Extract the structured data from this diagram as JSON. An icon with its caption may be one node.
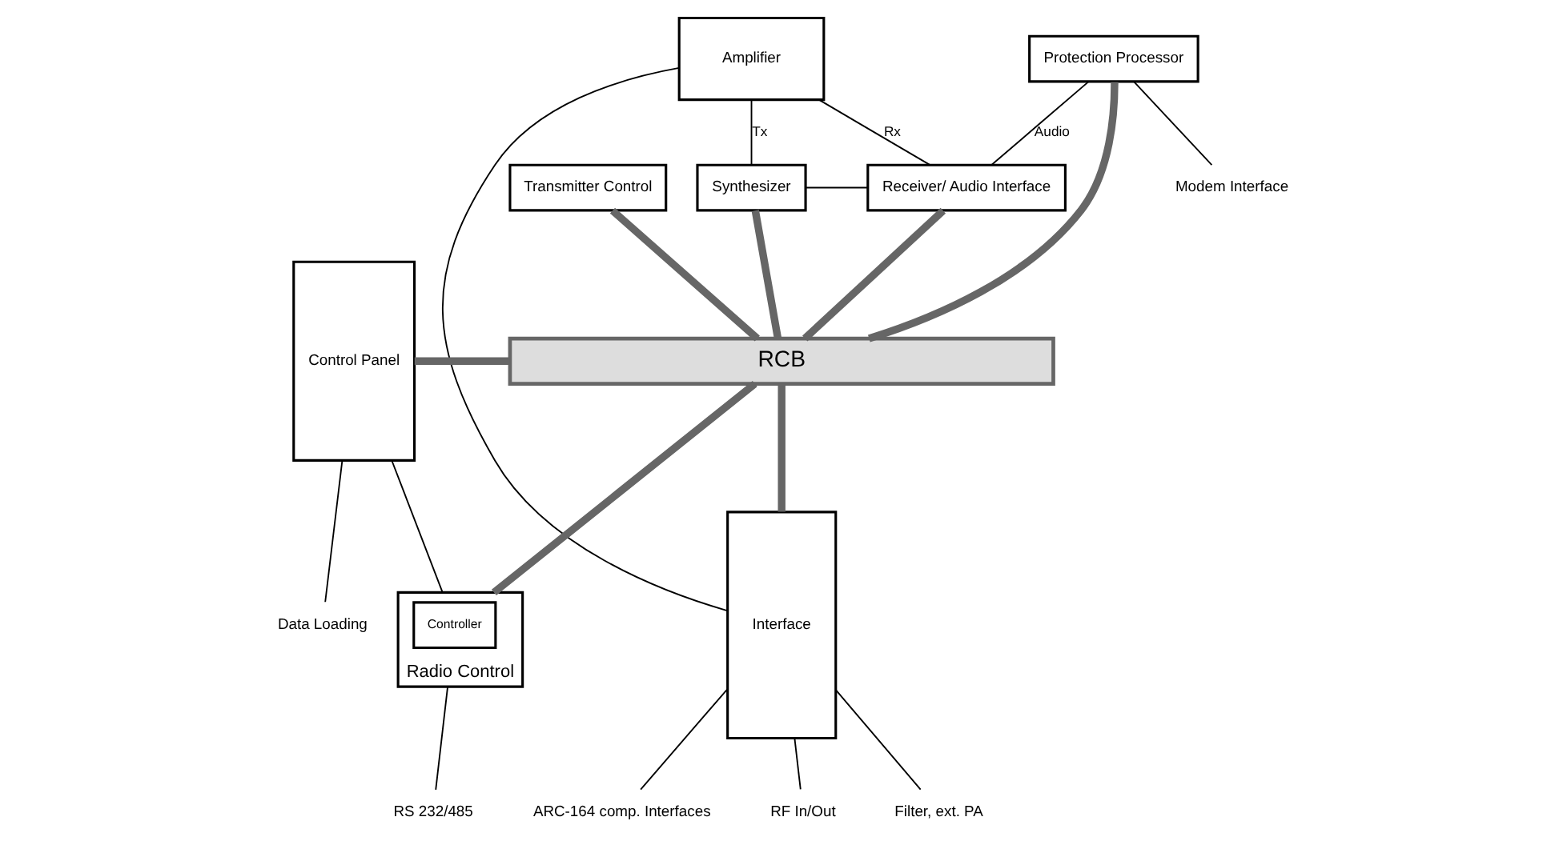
{
  "diagram": {
    "nodes": [
      {
        "text": [
          "Protection Processor"
        ]
      },
      {
        "text": [
          "Synthesizer"
        ]
      },
      {
        "text": [
          "Receiver/ Audio Interface"
        ]
      },
      {
        "text": [
          "Amplifier"
        ]
      },
      {
        "text": [
          "Transmitter Control"
        ]
      },
      {
        "text": [
          "Interface"
        ]
      },
      {
        "text": [
          "Control Panel"
        ]
      },
      {
        "text": [
          "RCB"
        ]
      },
      {
        "text": [
          "Radio Control"
        ]
      },
      {
        "text": [
          "Controller"
        ],
        "in": 8
      },
      {
        "text": [
          "RF In/Out"
        ]
      },
      {
        "text": [
          "Modem Interface"
        ]
      },
      {
        "text": [
          "Filter, ext. PA"
        ]
      },
      {
        "text": [
          "ARC-164 comp. Interfaces"
        ]
      },
      {
        "text": [
          "RS 232/485"
        ]
      },
      {
        "text": [
          "Data Loading"
        ]
      }
    ],
    "edges": [
      {
        "from": 1,
        "to": 3,
        "arrow": "none",
        "label": "Tx"
      },
      {
        "from": 2,
        "to": 3,
        "arrow": "none",
        "label": "Rx"
      },
      {
        "from": 1,
        "to": 2,
        "arrow": "none"
      },
      {
        "from": 0,
        "to": 2,
        "arrow": "none",
        "label": "Audio"
      },
      {
        "from": 0,
        "to": 11,
        "arrow": "none"
      },
      {
        "from": 3,
        "to": 5,
        "arrow": "none"
      },
      {
        "from": 5,
        "to": 10,
        "arrow": "none"
      },
      {
        "from": 5,
        "to": 12,
        "arrow": "none"
      },
      {
        "from": 5,
        "to": 13,
        "arrow": "none"
      },
      {
        "from": 8,
        "to": 14,
        "arrow": "none"
      },
      {
        "from": 6,
        "to": 8,
        "arrow": "none"
      },
      {
        "from": 6,
        "to": 15,
        "arrow": "none"
      },
      {
        "from": 0,
        "to": 7,
        "arrow": "none",
        "style": "thick",
        "color": "#666666"
      },
      {
        "from": 1,
        "to": 7,
        "arrow": "none",
        "style": "thick",
        "color": "#666666"
      },
      {
        "from": 2,
        "to": 7,
        "arrow": "none",
        "style": "thick",
        "color": "#666666"
      },
      {
        "from": 4,
        "to": 7,
        "arrow": "none",
        "style": "thick",
        "color": "#666666"
      },
      {
        "from": 6,
        "to": 7,
        "arrow": "none",
        "style": "thick",
        "color": "#666666"
      },
      {
        "from": 7,
        "to": 5,
        "arrow": "none",
        "style": "thick",
        "color": "#666666"
      },
      {
        "from": 7,
        "to": 8,
        "arrow": "none",
        "style": "thick",
        "color": "#666666"
      }
    ]
  }
}
